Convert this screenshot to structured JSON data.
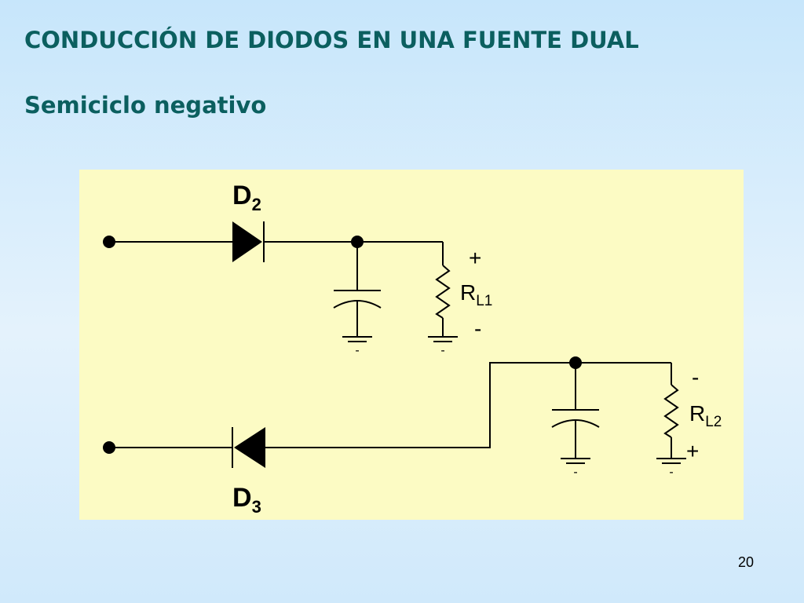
{
  "slide": {
    "title": "CONDUCCIÓN DE DIODOS EN UNA FUENTE DUAL",
    "subtitle": "Semiciclo negativo",
    "page_number": "20"
  },
  "circuit": {
    "panel_color": "#fcfbc4",
    "title_color": "#0b5f5f",
    "diode_top": {
      "name": "D",
      "sub": "2"
    },
    "diode_bottom": {
      "name": "D",
      "sub": "3"
    },
    "load_top": {
      "name": "R",
      "sub": "L1",
      "polarity_top": "+",
      "polarity_bottom": "-"
    },
    "load_bottom": {
      "name": "R",
      "sub": "L2",
      "polarity_top": "-",
      "polarity_bottom": "+"
    },
    "ground_mark": "-"
  }
}
